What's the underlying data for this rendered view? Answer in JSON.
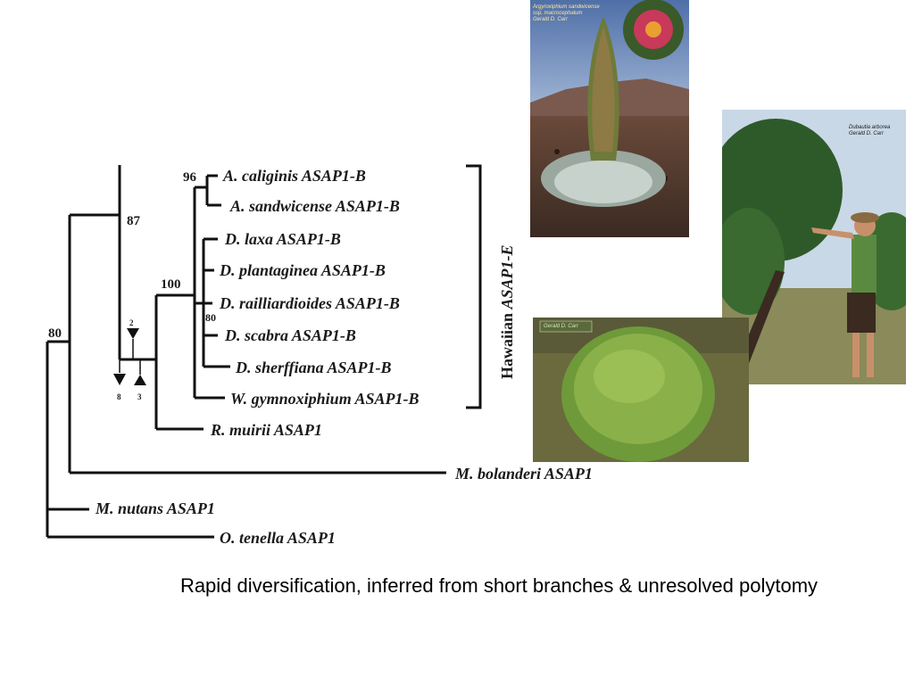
{
  "tree": {
    "taxa": [
      "A. caliginis ASAP1-B",
      "A. sandwicense ASAP1-B",
      "D. laxa ASAP1-B",
      "D. plantaginea ASAP1-B",
      "D. railliardioides ASAP1-B",
      "D. scabra ASAP1-B",
      "D. sherffiana ASAP1-B",
      "W. gymnoxiphium ASAP1-B",
      "R. muirii ASAP1",
      "M. bolanderi ASAP1",
      "M. nutans ASAP1",
      "O. tenella ASAP1"
    ],
    "support": {
      "n96": "96",
      "n87": "87",
      "n100": "100",
      "n80a": "80",
      "n80b": "80"
    },
    "markers": {
      "down_a": "2",
      "down_b": "8",
      "up": "3"
    },
    "clade_label_prefix": "Hawaiian ",
    "clade_label_gene": "ASAP1-E"
  },
  "photos": [
    {
      "name": "Argyroxiphium sandwicense photo",
      "credit": "Argyroxiphium sandwicense\nssp. macrocephalum\nGerald D. Carr"
    },
    {
      "name": "Dubautia arborea photo",
      "credit": "Dubautia arborea\nGerald D. Carr"
    },
    {
      "name": "Cushion plant photo",
      "credit": "Gerald D. Carr"
    }
  ],
  "caption": "Rapid diversification, inferred from short branches & unresolved polytomy",
  "colors": {
    "tree_line": "#111111",
    "background": "#ffffff"
  }
}
